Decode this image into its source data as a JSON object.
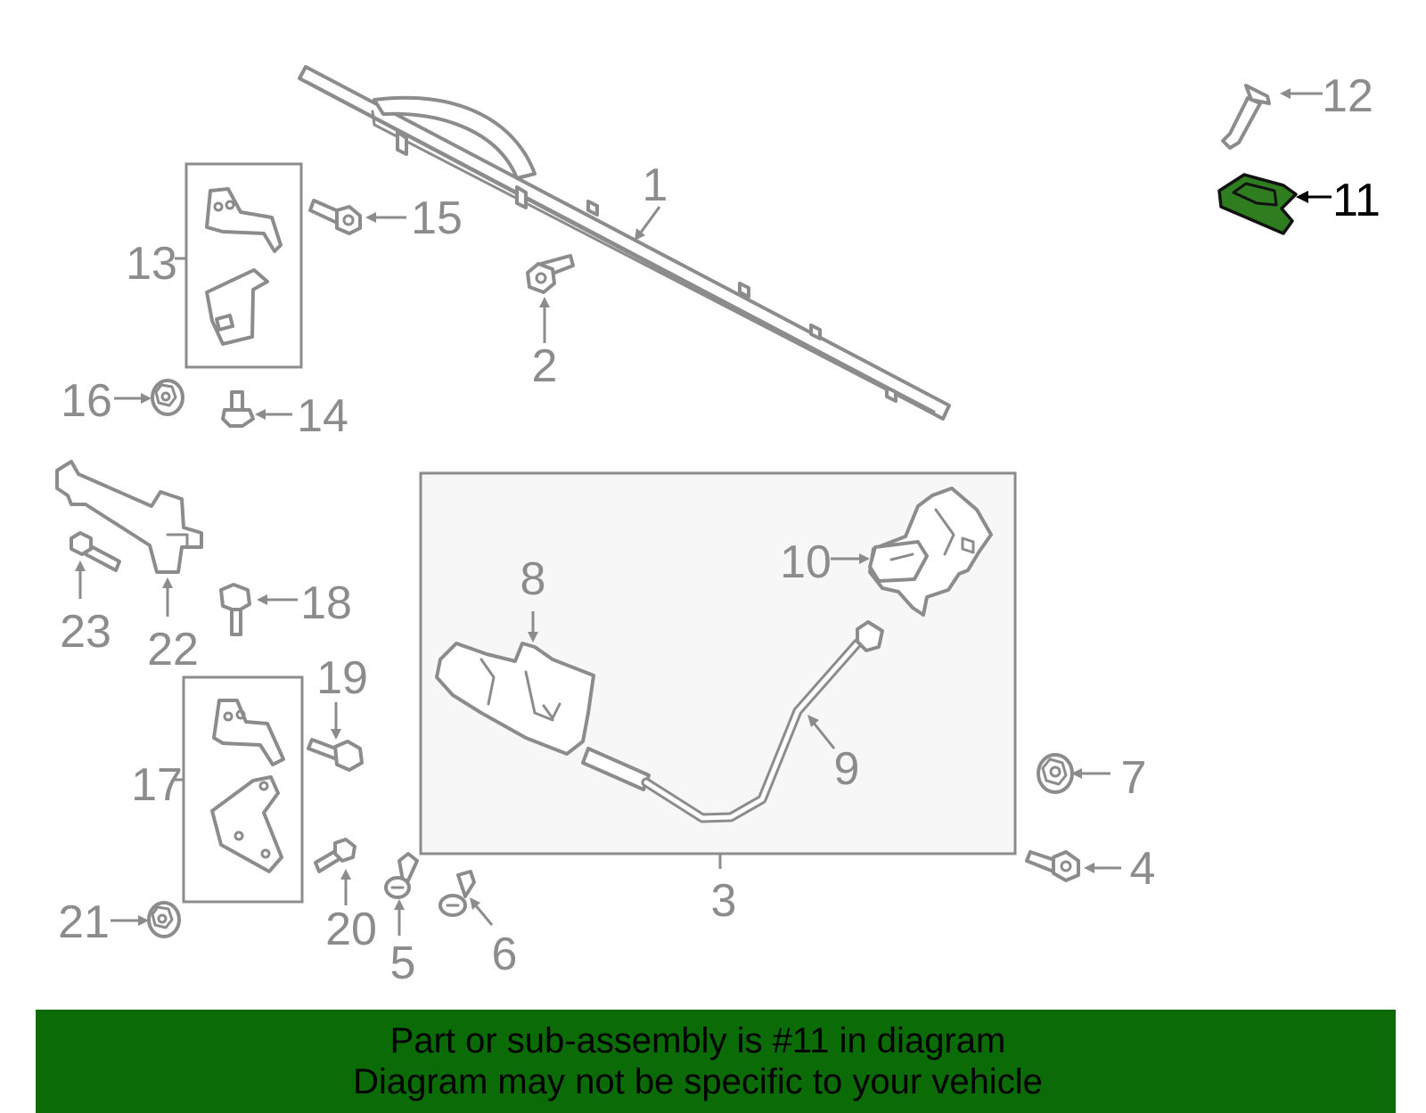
{
  "colors": {
    "banner": "#0b6b06",
    "highlight": "#2e7d1f",
    "outline": "#8c8c8c"
  },
  "callouts": {
    "c1": "1",
    "c2": "2",
    "c3": "3",
    "c4": "4",
    "c5": "5",
    "c6": "6",
    "c7": "7",
    "c8": "8",
    "c9": "9",
    "c10": "10",
    "c11": "11",
    "c12": "12",
    "c13": "13",
    "c14": "14",
    "c15": "15",
    "c16": "16",
    "c17": "17",
    "c18": "18",
    "c19": "19",
    "c20": "20",
    "c21": "21",
    "c22": "22",
    "c23": "23"
  },
  "highlighted_part": "11",
  "banner": {
    "line1": "Part or sub-assembly is #11 in diagram",
    "line2": "Diagram may not be specific to your vehicle"
  }
}
